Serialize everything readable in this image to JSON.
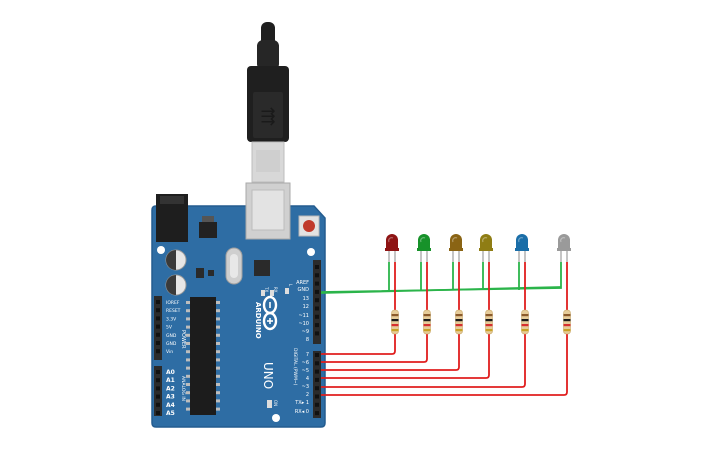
{
  "colors": {
    "board": "#2e6da4",
    "board_edge": "#245c8f",
    "header_black": "#2b2b2b",
    "wire_green": "#2bb44a",
    "wire_red": "#e01e1e",
    "usb_black": "#1f1f1f",
    "usb_silver": "#d8d8d8"
  },
  "board": {
    "brand": "ARDUINO",
    "model": "UNO",
    "label_digital": "DIGITAL (PWM~)",
    "label_power": "POWER",
    "label_analog": "ANALOG IN",
    "label_tx": "TX",
    "label_rx": "RX",
    "label_l": "L",
    "label_on": "ON",
    "top_pins": [
      "AREF",
      "GND",
      "13",
      "12",
      "~11",
      "~10",
      "~9",
      "8",
      "7",
      "~6",
      "~5",
      "4",
      "~3",
      "2",
      "TX▸ 1",
      "RX◂ 0"
    ],
    "power_pins": [
      "IOREF",
      "RESET",
      "3.3V",
      "5V",
      "GND",
      "GND",
      "Vin"
    ],
    "analog_pins": [
      "A0",
      "A1",
      "A2",
      "A3",
      "A4",
      "A5"
    ]
  },
  "leds": [
    {
      "color": "#8e1414",
      "name": "red"
    },
    {
      "color": "#17922a",
      "name": "green"
    },
    {
      "color": "#8a6414",
      "name": "orange"
    },
    {
      "color": "#8f7d14",
      "name": "yellow"
    },
    {
      "color": "#1a6ea8",
      "name": "blue"
    },
    {
      "color": "#9a9a9a",
      "name": "white"
    }
  ]
}
